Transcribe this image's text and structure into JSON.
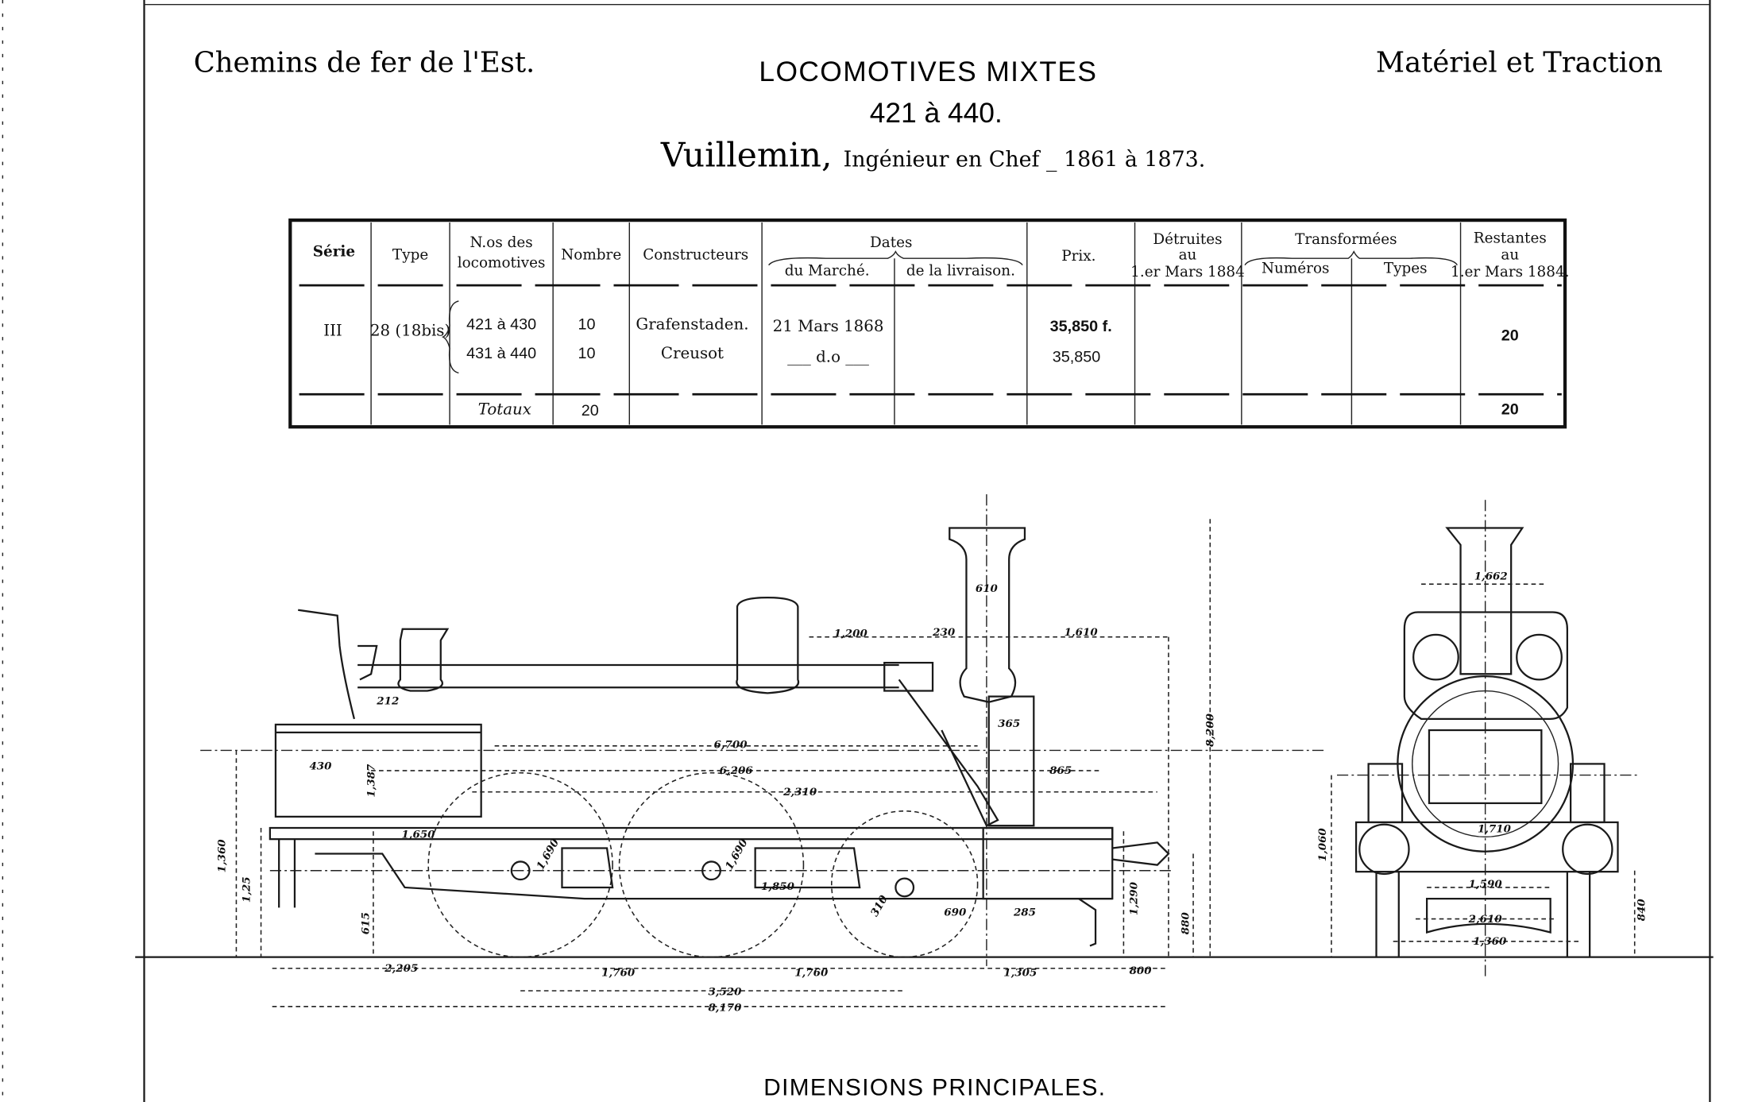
{
  "header": {
    "left": "Chemins de fer de l'Est.",
    "right": "Matériel et Traction",
    "title": "LOCOMOTIVES MIXTES",
    "numbers": "421 à 440.",
    "engineer_name": "Vuillemin,",
    "engineer_role": "Ingénieur en Chef _ 1861 à 1873."
  },
  "table": {
    "headers": {
      "serie": "Série",
      "type": "Type",
      "nos_1": "N.os des",
      "nos_2": "locomotives",
      "nombre": "Nombre",
      "constructeurs": "Constructeurs",
      "dates": "Dates",
      "du_marche": "du Marché.",
      "livraison": "de la livraison.",
      "prix": "Prix.",
      "detruites_1": "Détruites",
      "detruites_2": "au",
      "detruites_3": "1.er Mars 1884",
      "transformees": "Transformées",
      "numeros": "Numéros",
      "types": "Types",
      "restantes_1": "Restantes",
      "restantes_2": "au",
      "restantes_3": "1.er Mars 1884."
    },
    "serie": "III",
    "type": "28 (18bis)",
    "rows": [
      {
        "locos": "421 à 430",
        "nombre": "10",
        "constructeur": "Grafenstaden.",
        "marche": "21 Mars 1868",
        "prix": "35,850 f."
      },
      {
        "locos": "431 à 440",
        "nombre": "10",
        "constructeur": "Creusot",
        "marche": "___ d.o ___",
        "prix": "35,850"
      }
    ],
    "restantes": "20",
    "totals_label": "Totaux",
    "totals_nombre": "20",
    "totals_restantes": "20"
  },
  "side_dims": [
    "1,200",
    "230",
    "1,610",
    "8,200",
    "6,700",
    "6,206",
    "2,310",
    "865",
    "365",
    "610",
    "212",
    "430",
    "1,387",
    "1,650",
    "1,690",
    "1,690",
    "1,850",
    "1,360",
    "1,25",
    "615",
    "2,205",
    "1,760",
    "1,760",
    "1,305",
    "800",
    "3,520",
    "8,170",
    "1,290",
    "880",
    "310",
    "690",
    "285"
  ],
  "front_dims": [
    "1,662",
    "1,710",
    "1,590",
    "2,610",
    "1,360",
    "1,060",
    "840"
  ],
  "footer": "DIMENSIONS PRINCIPALES."
}
